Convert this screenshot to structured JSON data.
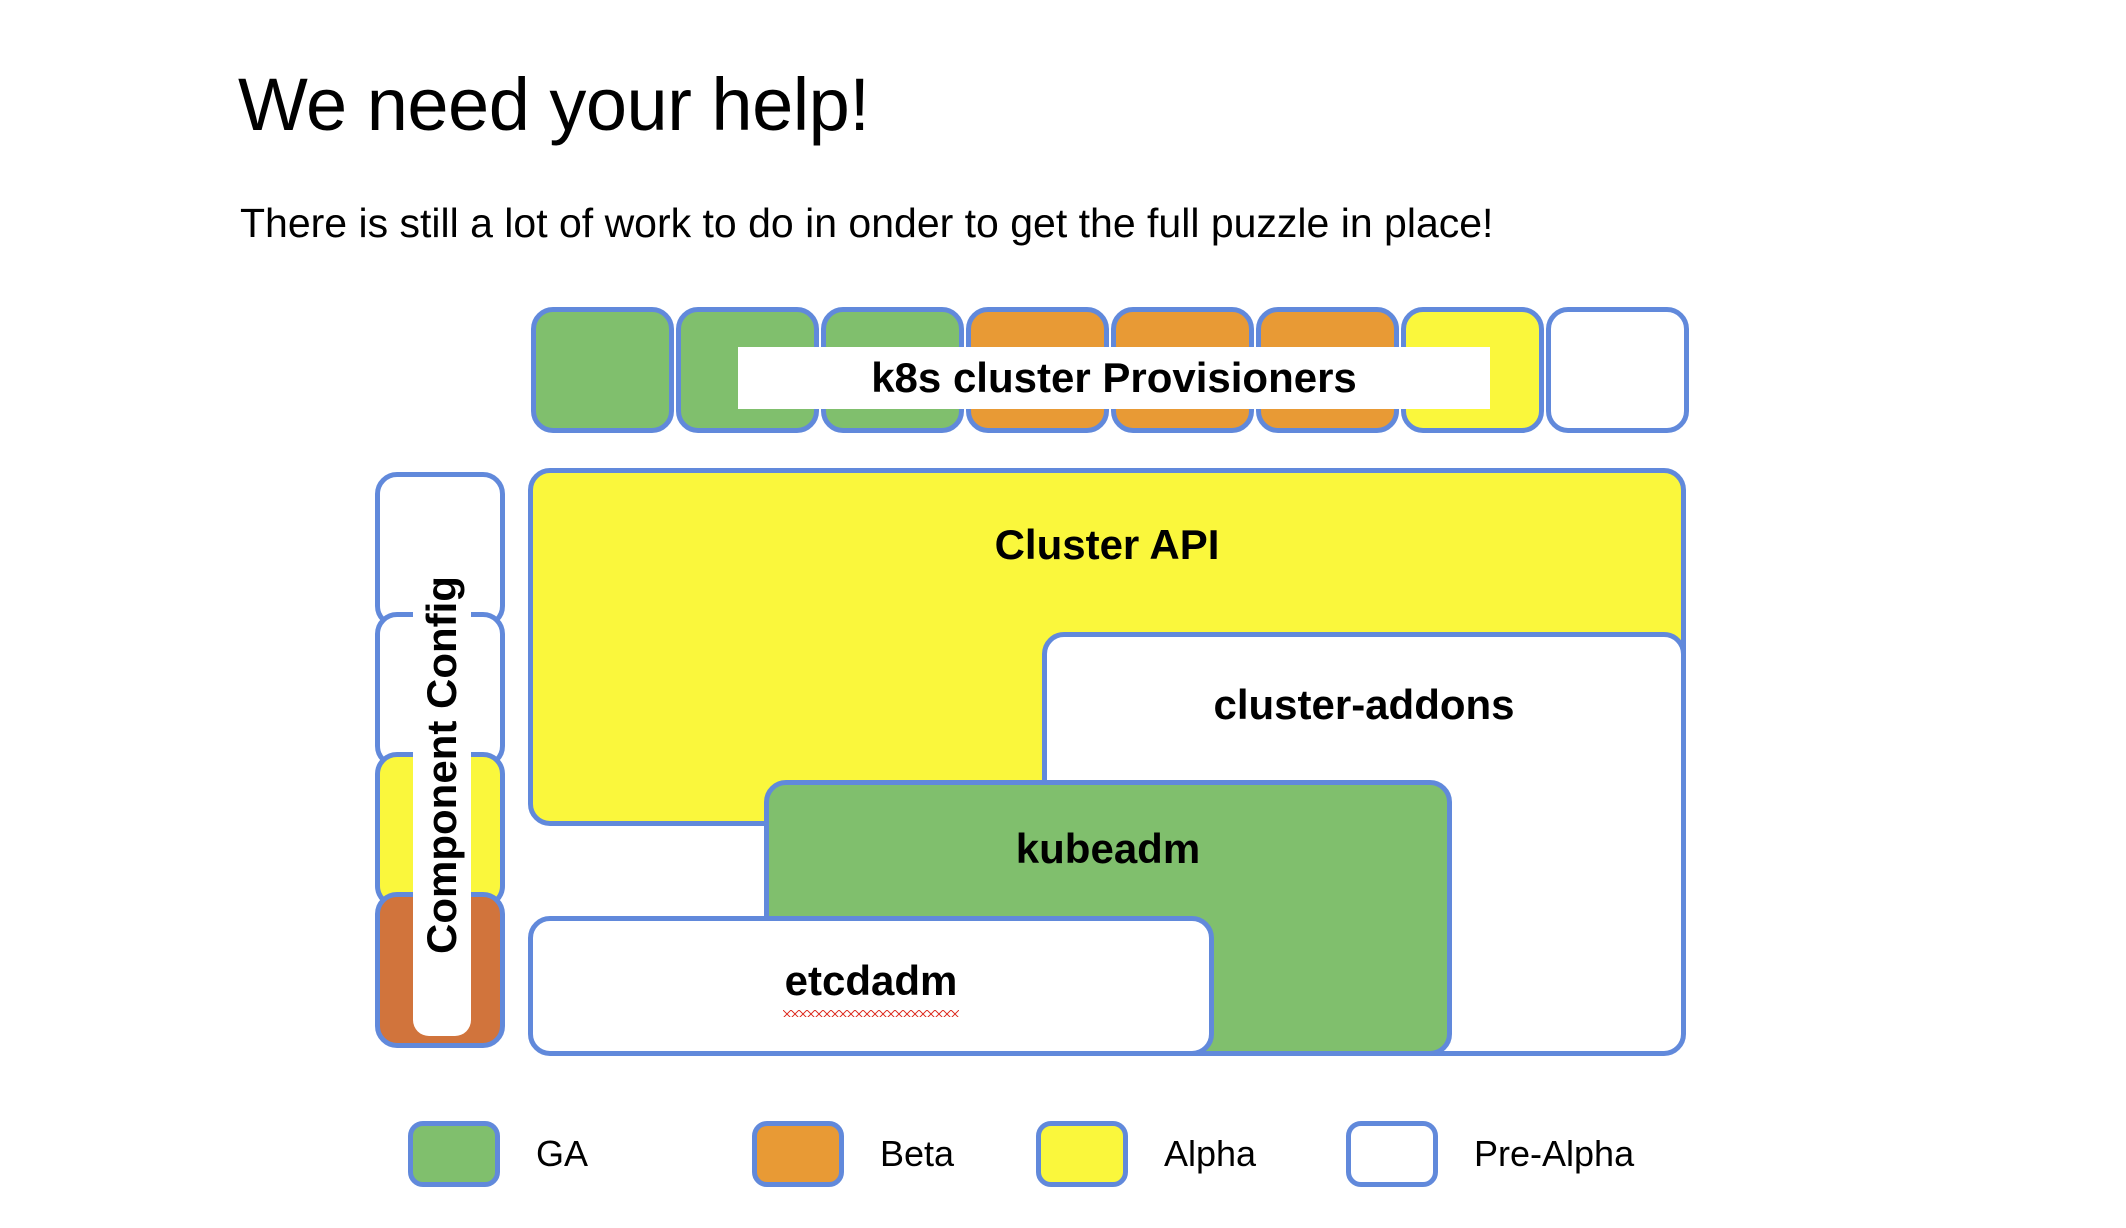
{
  "page": {
    "title": "We need your help!",
    "subtitle": "There is still a lot of work to do in onder to get the full puzzle in place!"
  },
  "colors": {
    "border_blue": "#6189db",
    "ga_green": "#80bf6d",
    "beta_orange": "#e89a35",
    "beta_orange_dark": "#d1743c",
    "alpha_yellow": "#faf73c",
    "pre_alpha_white": "#ffffff",
    "spellcheck_red": "#e03a2f"
  },
  "provisioner_row": {
    "label": "k8s cluster Provisioners",
    "boxes": [
      {
        "status": "GA",
        "fill": "ga"
      },
      {
        "status": "GA",
        "fill": "ga"
      },
      {
        "status": "GA",
        "fill": "ga"
      },
      {
        "status": "Beta",
        "fill": "beta"
      },
      {
        "status": "Beta",
        "fill": "beta"
      },
      {
        "status": "Beta",
        "fill": "beta"
      },
      {
        "status": "Alpha",
        "fill": "alpha"
      },
      {
        "status": "Pre-Alpha",
        "fill": "pre"
      }
    ]
  },
  "component_config": {
    "label": "Component Config",
    "boxes": [
      {
        "status": "Pre-Alpha",
        "fill": "pre"
      },
      {
        "status": "Pre-Alpha",
        "fill": "pre"
      },
      {
        "status": "Alpha",
        "fill": "alpha"
      },
      {
        "status": "Beta",
        "fill": "beta-dark"
      }
    ]
  },
  "nodes": {
    "cluster_api": {
      "label": "Cluster API",
      "status": "Alpha"
    },
    "cluster_addons": {
      "label": "cluster-addons",
      "status": "Pre-Alpha"
    },
    "kubeadm": {
      "label": "kubeadm",
      "status": "GA"
    },
    "etcdadm": {
      "label": "etcdadm",
      "status": "Pre-Alpha",
      "misspelled": true
    }
  },
  "legend": {
    "items": [
      {
        "label": "GA",
        "fill": "ga"
      },
      {
        "label": "Beta",
        "fill": "beta"
      },
      {
        "label": "Alpha",
        "fill": "alpha"
      },
      {
        "label": "Pre-Alpha",
        "fill": "pre"
      }
    ]
  }
}
